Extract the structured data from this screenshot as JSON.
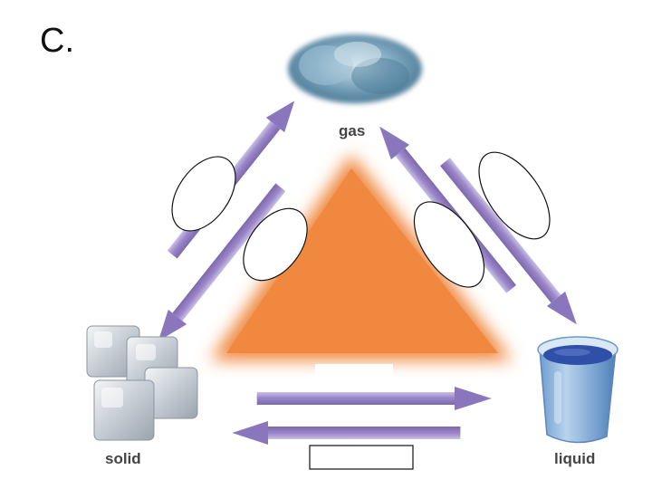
{
  "slide_label": "C.",
  "states": {
    "gas": "gas",
    "solid": "solid",
    "liquid": "liquid"
  },
  "colors": {
    "triangle": "#f0883f",
    "arrow": "#9b87c8",
    "arrow_highlight": "#c9bfe6",
    "cloud": "#6d9bb6",
    "ice": "#d3d7de",
    "liquid": "#2f4fa8",
    "beaker": "#8fb4d8"
  }
}
